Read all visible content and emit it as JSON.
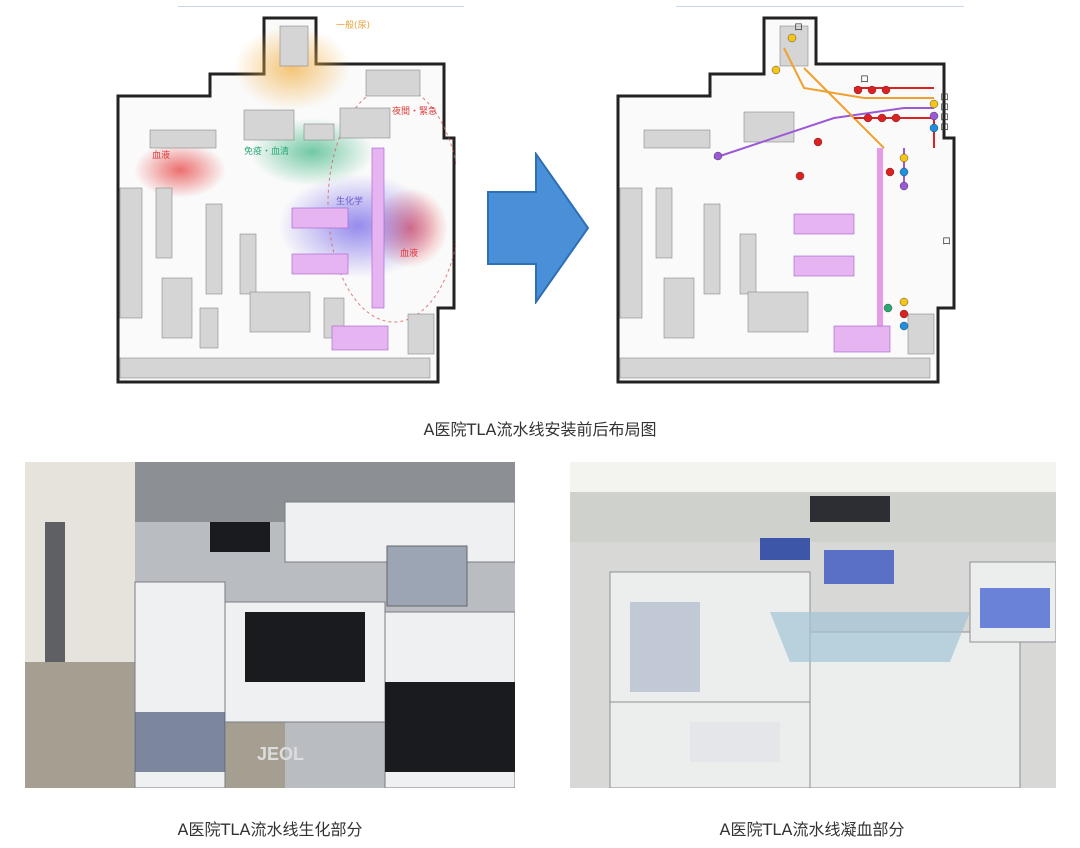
{
  "figure": {
    "caption": "A医院TLA流水线安装前后布局图",
    "before_zones": [
      {
        "key": "general",
        "label": "一般(尿)",
        "color": "#e8a23a"
      },
      {
        "key": "night",
        "label": "夜間・緊急",
        "color": "#e03b3b"
      },
      {
        "key": "immuno",
        "label": "免疫・血清",
        "color": "#29a874"
      },
      {
        "key": "hema",
        "label": "血液",
        "color": "#e03b3b"
      },
      {
        "key": "biochem",
        "label": "生化学",
        "color": "#6a5acd"
      },
      {
        "key": "blood",
        "label": "血液",
        "color": "#e03b3b"
      }
    ],
    "after_labels": [
      "ロ",
      "ロ",
      "ロ",
      "ロ",
      "ロ",
      "ロ",
      "ロ"
    ],
    "colors": {
      "arrow": "#4a90d9",
      "track_pink": "#e89ae8",
      "track_purple": "#9b59d6",
      "track_orange": "#f0a030",
      "marker_red": "#e02020",
      "marker_blue": "#1e8fe0",
      "marker_yellow": "#f5c518"
    }
  },
  "photos": [
    {
      "caption": "A医院TLA流水线生化部分",
      "panel_text": "JEOL"
    },
    {
      "caption": "A医院TLA流水线凝血部分"
    }
  ]
}
